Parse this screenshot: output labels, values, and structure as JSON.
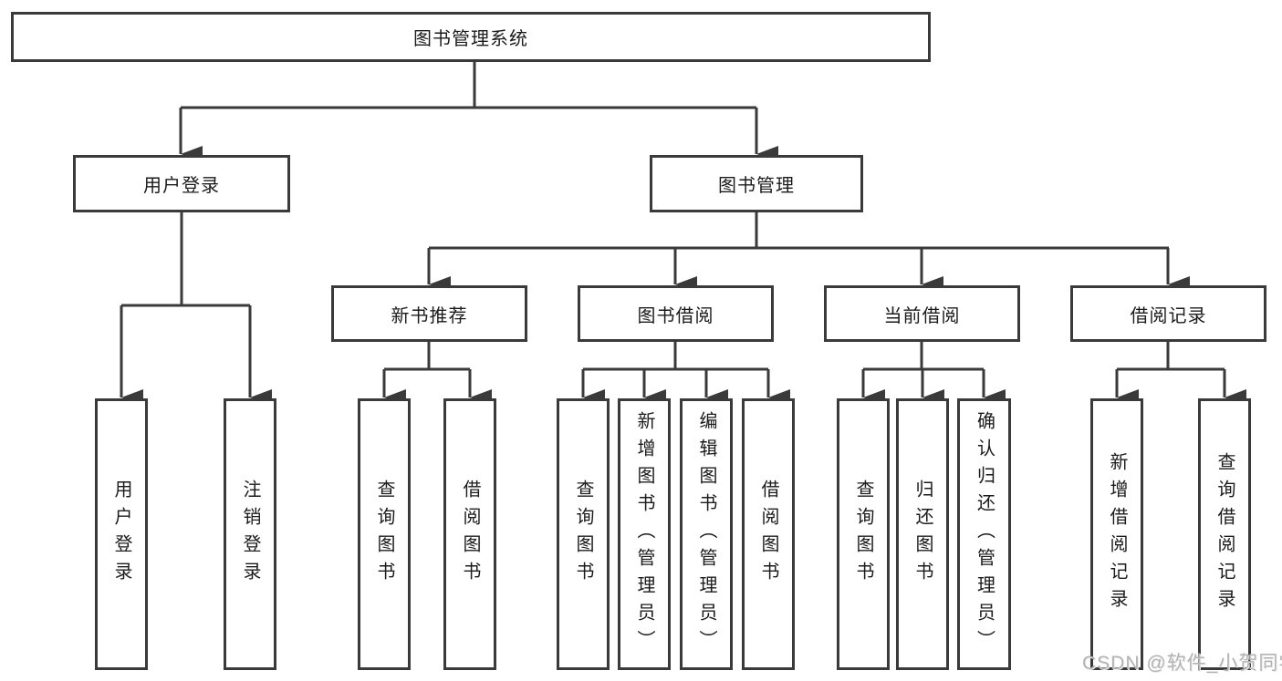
{
  "diagram": {
    "root": {
      "label": "图书管理系统"
    },
    "level2": {
      "user_login": {
        "label": "用户登录"
      },
      "book_mgmt": {
        "label": "图书管理"
      }
    },
    "level3": {
      "new_book_rec": {
        "label": "新书推荐"
      },
      "book_borrow": {
        "label": "图书借阅"
      },
      "current_borrow": {
        "label": "当前借阅"
      },
      "borrow_records": {
        "label": "借阅记录"
      }
    },
    "leaves": {
      "user_login_leaf": "用户登录",
      "logout": "注销登录",
      "rec_query_books": "查询图书",
      "rec_borrow_books": "借阅图书",
      "bb_query_books": "查询图书",
      "bb_add_books_admin": "新增图书（管理员）",
      "bb_edit_books_admin": "编辑图书（管理员）",
      "bb_borrow_books": "借阅图书",
      "cb_query_books": "查询图书",
      "cb_return_books": "归还图书",
      "cb_confirm_return_admin": "确认归还（管理员）",
      "br_add_record": "新增借阅记录",
      "br_query_record": "查询借阅记录"
    },
    "colors": {
      "line": "#3a3a3a",
      "box_border": "#3a3a3a",
      "text": "#1b1b1b",
      "watermark": "#b3b3b3",
      "background": "#ffffff"
    },
    "watermark": "CSDN @软件_小贺同学"
  }
}
